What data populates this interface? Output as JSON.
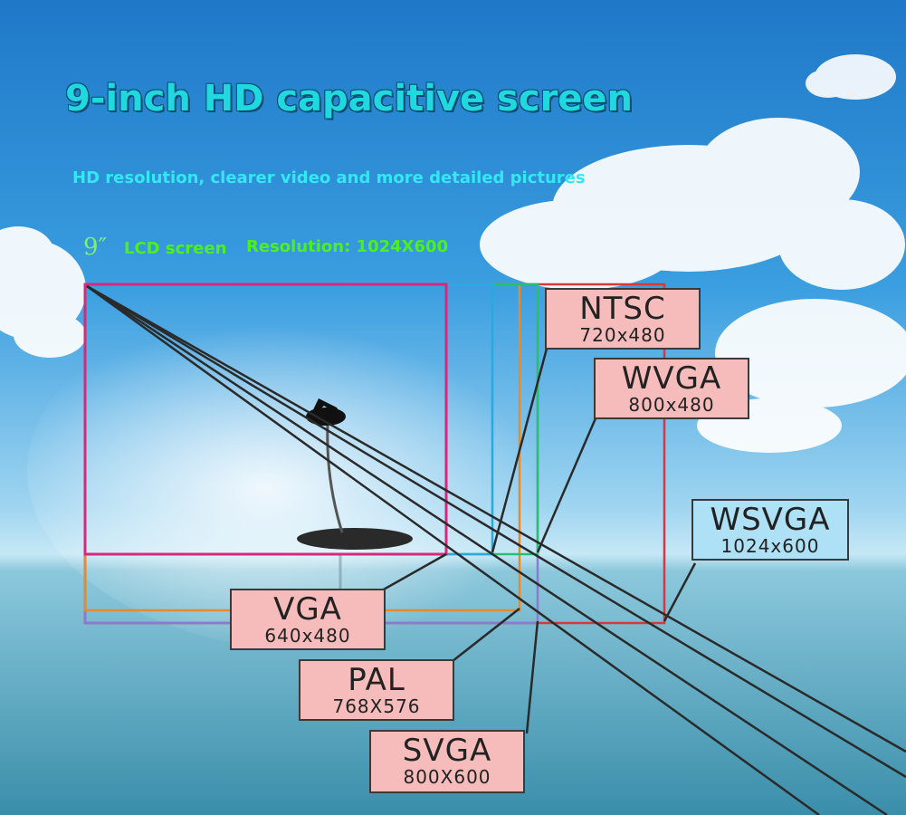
{
  "headline": "9-inch HD capacitive screen",
  "subtitle": "HD resolution, clearer video and more detailed pictures",
  "spec": {
    "size": "9″",
    "lcd": "LCD screen",
    "resolution": "Resolution: 1024X600"
  },
  "labels": {
    "ntsc": {
      "name": "NTSC",
      "res": "720x480"
    },
    "wvga": {
      "name": "WVGA",
      "res": "800x480"
    },
    "wsvga": {
      "name": "WSVGA",
      "res": "1024x600"
    },
    "vga": {
      "name": "VGA",
      "res": "640x480"
    },
    "pal": {
      "name": "PAL",
      "res": "768X576"
    },
    "svga": {
      "name": "SVGA",
      "res": "800X600"
    }
  },
  "colors": {
    "vga_frame": "#d8287e",
    "ntsc_frame": "#2aa8e0",
    "pal_frame": "#e88a2a",
    "wvga_frame": "#28c070",
    "svga_frame": "#8a7ad0",
    "wsvga_frame": "#d83838",
    "label_pink": "#f6bcbc",
    "label_blue": "#aee0f6"
  }
}
